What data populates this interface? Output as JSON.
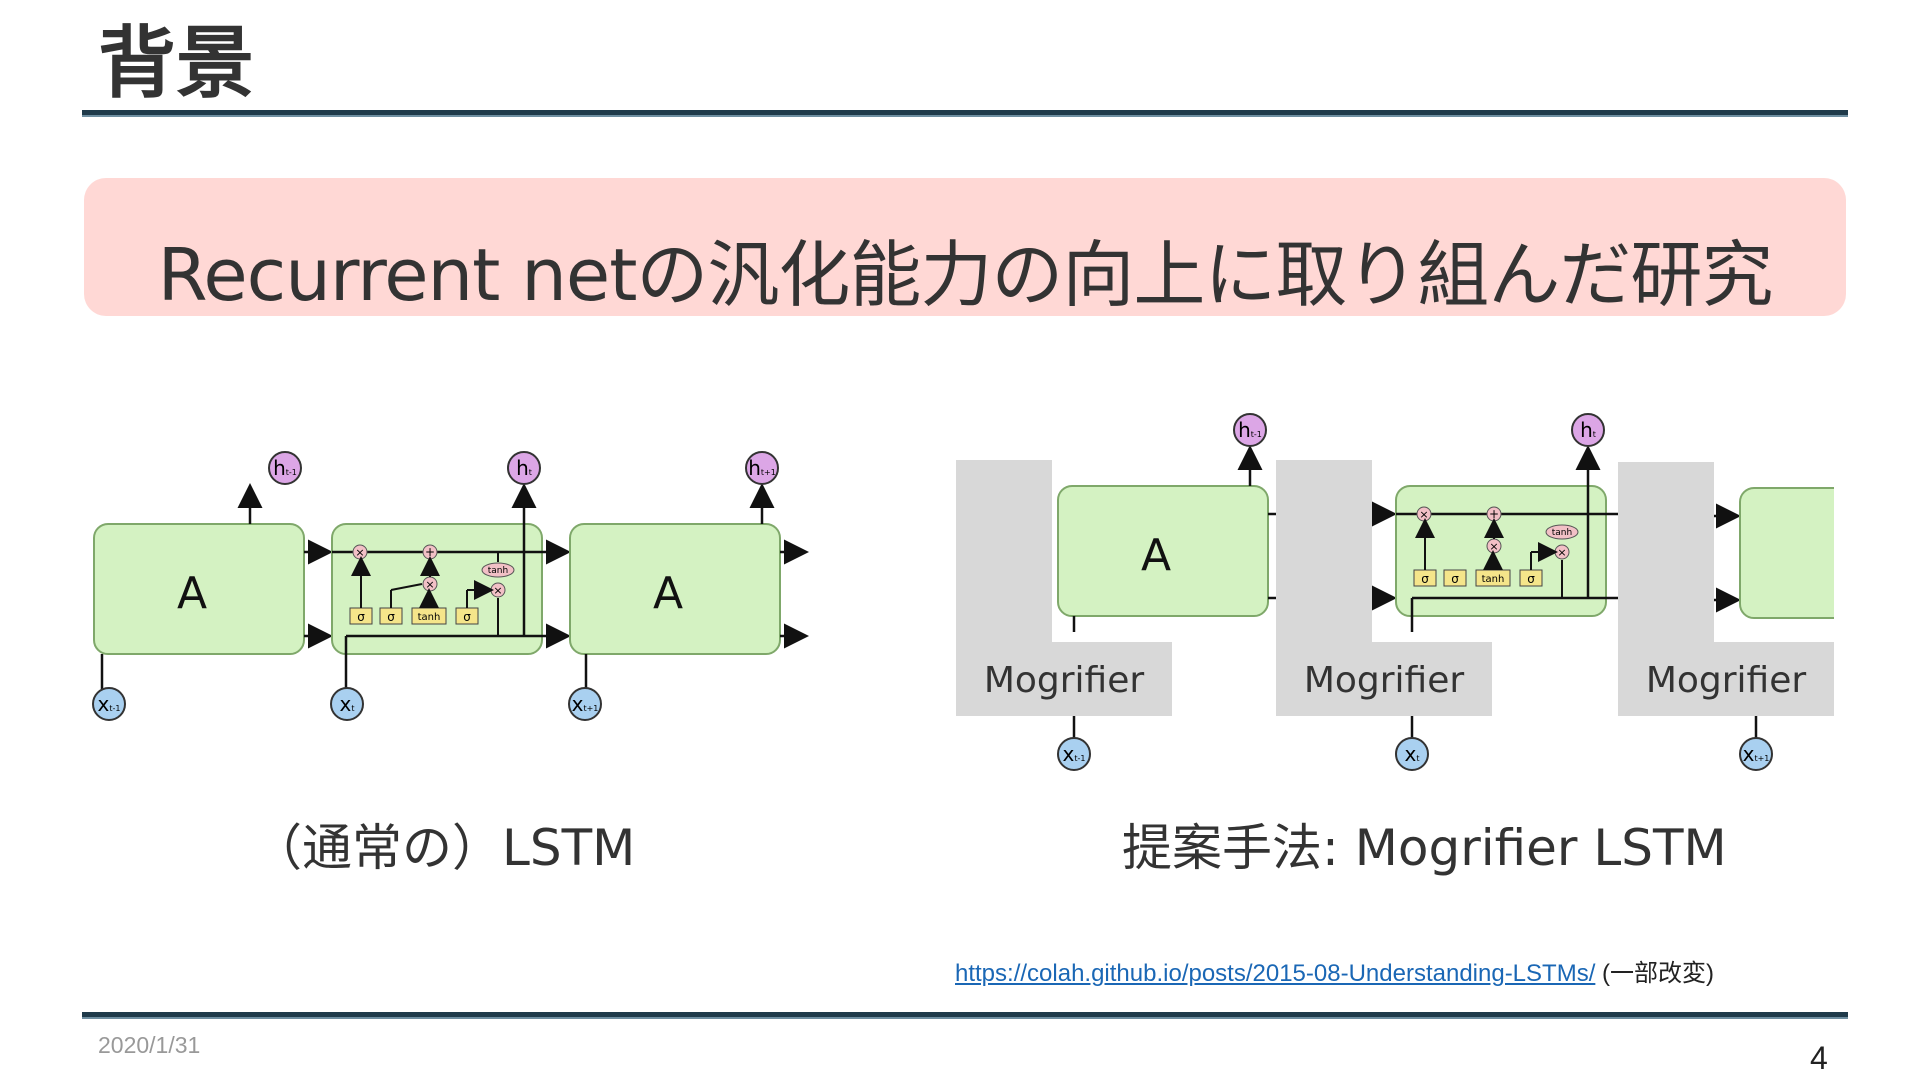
{
  "slide": {
    "title": "背景",
    "banner": "Recurrent netの汎化能力の向上に取り組んだ研究",
    "left_caption": "（通常の）LSTM",
    "right_caption": "提案手法: Mogrifier LSTM",
    "reference_url": "https://colah.github.io/posts/2015-08-Understanding-LSTMs/",
    "reference_note": "(一部改変)",
    "date": "2020/1/31",
    "page_number": "4"
  },
  "diagram": {
    "cell_label": "A",
    "mogrifier_label": "Mogrifier",
    "gate_sigma": "σ",
    "gate_tanh": "tanh",
    "op_multiply": "×",
    "op_add": "+",
    "hidden_symbol": "h",
    "input_symbol": "x",
    "sub_prev": "t-1",
    "sub_curr": "t",
    "sub_next": "t+1",
    "colors": {
      "cell_fill": "#d4f2c2",
      "cell_stroke": "#7fa86a",
      "hidden_node": "#dca6e6",
      "input_node": "#a9d0f0",
      "gate_fill": "#f5e58a",
      "mogrifier_fill": "#d8d8d8",
      "banner": "#ffd8d5"
    }
  }
}
